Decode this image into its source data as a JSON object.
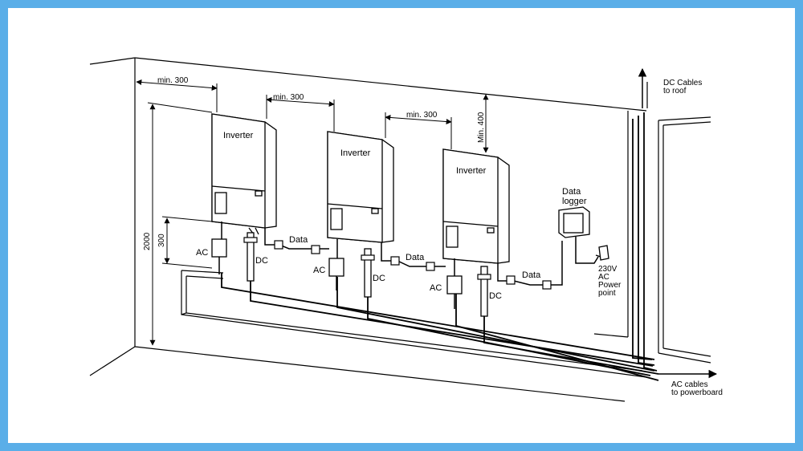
{
  "inverters": [
    {
      "label": "Inverter"
    },
    {
      "label": "Inverter"
    },
    {
      "label": "Inverter"
    }
  ],
  "dimensions": {
    "gap_wall": "min. 300",
    "gap_1_2": "min. 300",
    "gap_2_3": "min. 300",
    "top_clearance": "Min. 400",
    "overall_height": "2000",
    "bottom_height": "300"
  },
  "connection_labels": {
    "ac": "AC",
    "dc": "DC",
    "data": "Data"
  },
  "data_logger": {
    "line1": "Data",
    "line2": "logger"
  },
  "power_point": {
    "line1": "230V",
    "line2": "AC",
    "line3": "Power",
    "line4": "point"
  },
  "dc_cables": {
    "line1": "DC Cables",
    "line2": "to roof"
  },
  "ac_cables": {
    "line1": "AC cables",
    "line2": "to powerboard"
  },
  "colors": {
    "frame": "#5aaee8",
    "line": "#000000"
  }
}
